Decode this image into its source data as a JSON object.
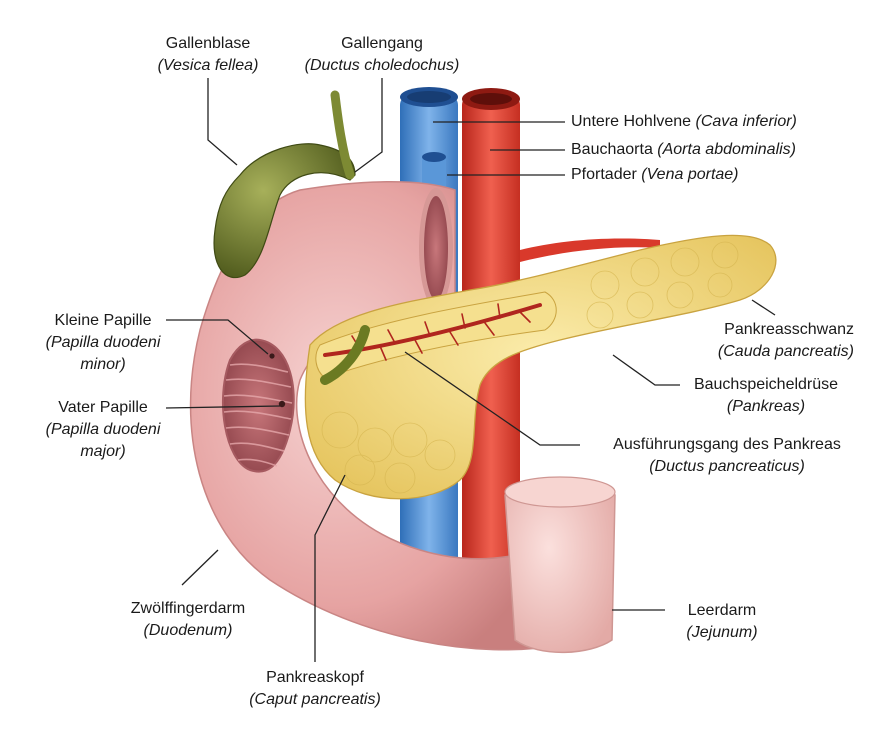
{
  "labels": {
    "gallbladder": {
      "name": "Gallenblase",
      "latin": "(Vesica fellea)"
    },
    "bile_duct": {
      "name": "Gallengang",
      "latin": "(Ductus choledochus)"
    },
    "vena_cava": {
      "name": "Untere Hohlvene ",
      "latin": "(Cava inferior)"
    },
    "aorta": {
      "name": "Bauchaorta ",
      "latin": "(Aorta abdominalis)"
    },
    "portal_vein": {
      "name": "Pfortader ",
      "latin": "(Vena portae)"
    },
    "minor_papilla": {
      "name": "Kleine Papille",
      "latin_1": "(Papilla duodeni",
      "latin_2": "minor)"
    },
    "major_papilla": {
      "name": "Vater Papille",
      "latin_1": "(Papilla duodeni",
      "latin_2": "major)"
    },
    "pancreas_tail": {
      "name": "Pankreasschwanz",
      "latin": "(Cauda pancreatis)"
    },
    "pancreas": {
      "name": "Bauchspeicheldrüse",
      "latin": "(Pankreas)"
    },
    "pancreatic_duct": {
      "name": "Ausführungsgang des Pankreas",
      "latin": "(Ductus pancreaticus)"
    },
    "duodenum": {
      "name": "Zwölffingerdarm",
      "latin": "(Duodenum)"
    },
    "jejunum": {
      "name": "Leerdarm",
      "latin": "(Jejunum)"
    },
    "pancreas_head": {
      "name": "Pankreaskopf",
      "latin": "(Caput pancreatis)"
    }
  },
  "colors": {
    "duodenum": "#e7a9a8",
    "gallbladder": "#6e7a2c",
    "vena_cava": "#4d8ed4",
    "aorta": "#d9392b",
    "pancreas": "#f3dc82",
    "duct": "#b0261e",
    "leader_line": "#222222"
  }
}
